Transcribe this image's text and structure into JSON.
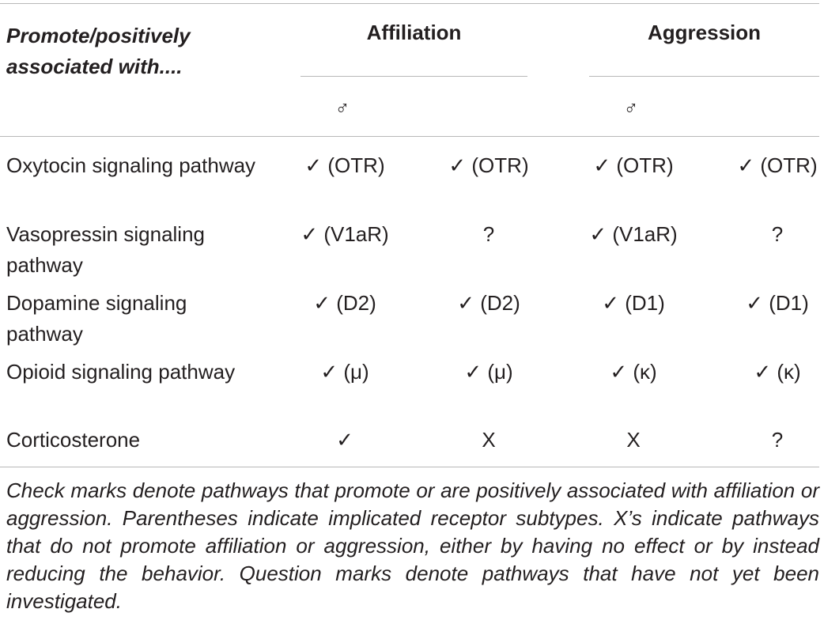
{
  "table": {
    "corner_header": "Promote/positively associated with....",
    "groups": [
      {
        "label": "Affiliation",
        "sex_symbol": "♂"
      },
      {
        "label": "Aggression",
        "sex_symbol": "♂"
      }
    ],
    "rows": [
      {
        "label": "Oxytocin signaling pathway",
        "cells": [
          "✓ (OTR)",
          "✓ (OTR)",
          "✓ (OTR)",
          "✓ (OTR)"
        ]
      },
      {
        "label": "Vasopressin signaling pathway",
        "cells": [
          "✓ (V1aR)",
          "?",
          "✓ (V1aR)",
          "?"
        ]
      },
      {
        "label": "Dopamine signaling pathway",
        "cells": [
          "✓ (D2)",
          "✓ (D2)",
          "✓ (D1)",
          "✓ (D1)"
        ]
      },
      {
        "label": "Opioid signaling pathway",
        "cells": [
          "✓ (μ)",
          "✓ (μ)",
          "✓ (κ)",
          "✓ (κ)"
        ]
      },
      {
        "label": "Corticosterone",
        "cells": [
          "✓",
          "X",
          "X",
          "?"
        ]
      }
    ],
    "footnote": "Check marks denote pathways that promote or are positively associated with affilia­tion or aggression. Parentheses indicate implicated receptor subtypes. X’s indicate pathways that do not promote affiliation or aggression, either by having no effect or by instead reducing the behavior. Question marks denote pathways that have not yet been investigated."
  }
}
